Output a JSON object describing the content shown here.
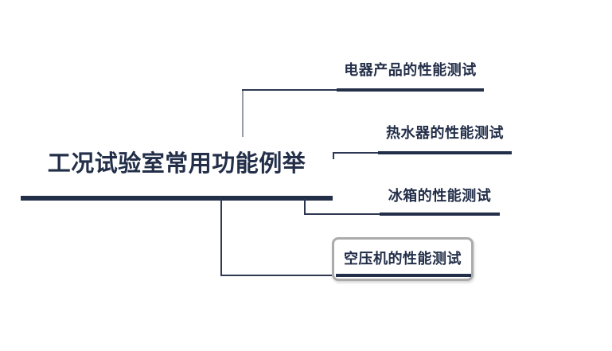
{
  "root": {
    "label": "工况试验室常用功能例举"
  },
  "branches": [
    {
      "id": "appliance",
      "label": "电器产品的性能测试",
      "selected": false
    },
    {
      "id": "water-heater",
      "label": "热水器的性能测试",
      "selected": false
    },
    {
      "id": "refrigerator",
      "label": "冰箱的性能测试",
      "selected": false
    },
    {
      "id": "air-compressor",
      "label": "空压机的性能测试",
      "selected": true
    }
  ],
  "colors": {
    "ink": "#232f49",
    "connector-dark": "#2e3852",
    "connector-light": "#979caa",
    "selection-border": "#ababab",
    "background": "#ffffff"
  }
}
